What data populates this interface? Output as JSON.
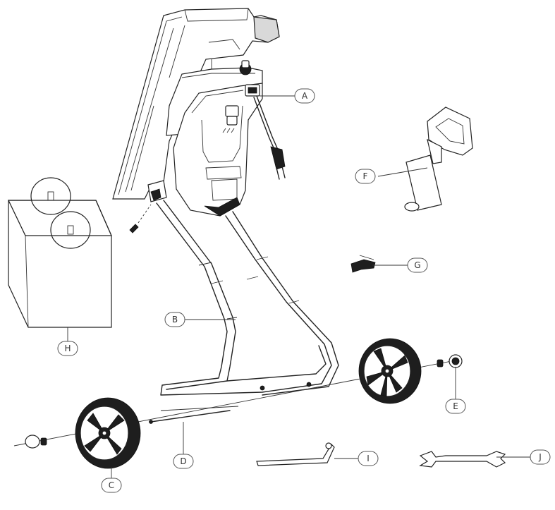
{
  "diagram": {
    "callouts": [
      {
        "id": "A",
        "label": "A"
      },
      {
        "id": "B",
        "label": "B"
      },
      {
        "id": "C",
        "label": "C"
      },
      {
        "id": "D",
        "label": "D"
      },
      {
        "id": "E",
        "label": "E"
      },
      {
        "id": "F",
        "label": "F"
      },
      {
        "id": "G",
        "label": "G"
      },
      {
        "id": "H",
        "label": "H"
      },
      {
        "id": "I",
        "label": "I"
      },
      {
        "id": "J",
        "label": "J"
      }
    ]
  },
  "colors": {
    "line": "#222222",
    "fill_dark": "#1e1e1e",
    "callout_border": "#555555",
    "background": "#ffffff"
  }
}
